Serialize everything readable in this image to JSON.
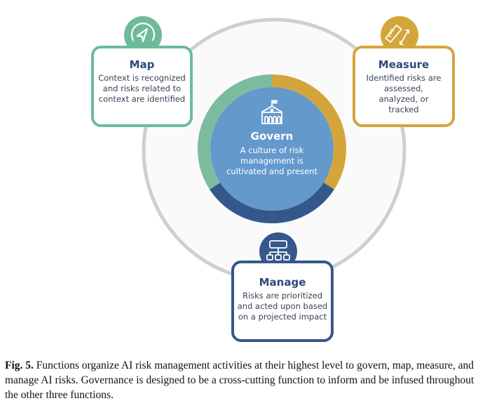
{
  "diagram": {
    "colors": {
      "map": "#6dbb9c",
      "measure": "#d4a53a",
      "manage": "#35588c",
      "govern_fill": "#6499cc",
      "outer_ring": "#cfcfcf",
      "title_text": "#2e4a7a"
    },
    "govern": {
      "icon": "school-building-icon",
      "title": "Govern",
      "description": "A culture of risk management is cultivated and present"
    },
    "functions": [
      {
        "id": "map",
        "icon": "navigation-arrow-icon",
        "title": "Map",
        "description": "Context is recognized and risks related to context are identified"
      },
      {
        "id": "measure",
        "icon": "ruler-measure-icon",
        "title": "Measure",
        "description": "Identified risks are assessed, analyzed, or tracked"
      },
      {
        "id": "manage",
        "icon": "hierarchy-org-chart-icon",
        "title": "Manage",
        "description": "Risks are prioritized and acted upon based on a projected impact"
      }
    ]
  },
  "caption": {
    "label": "Fig. 5.",
    "text": "Functions organize AI risk management activities at their highest level to govern, map, measure, and manage AI risks. Governance is designed to be a cross-cutting function to inform and be infused throughout the other three functions."
  }
}
